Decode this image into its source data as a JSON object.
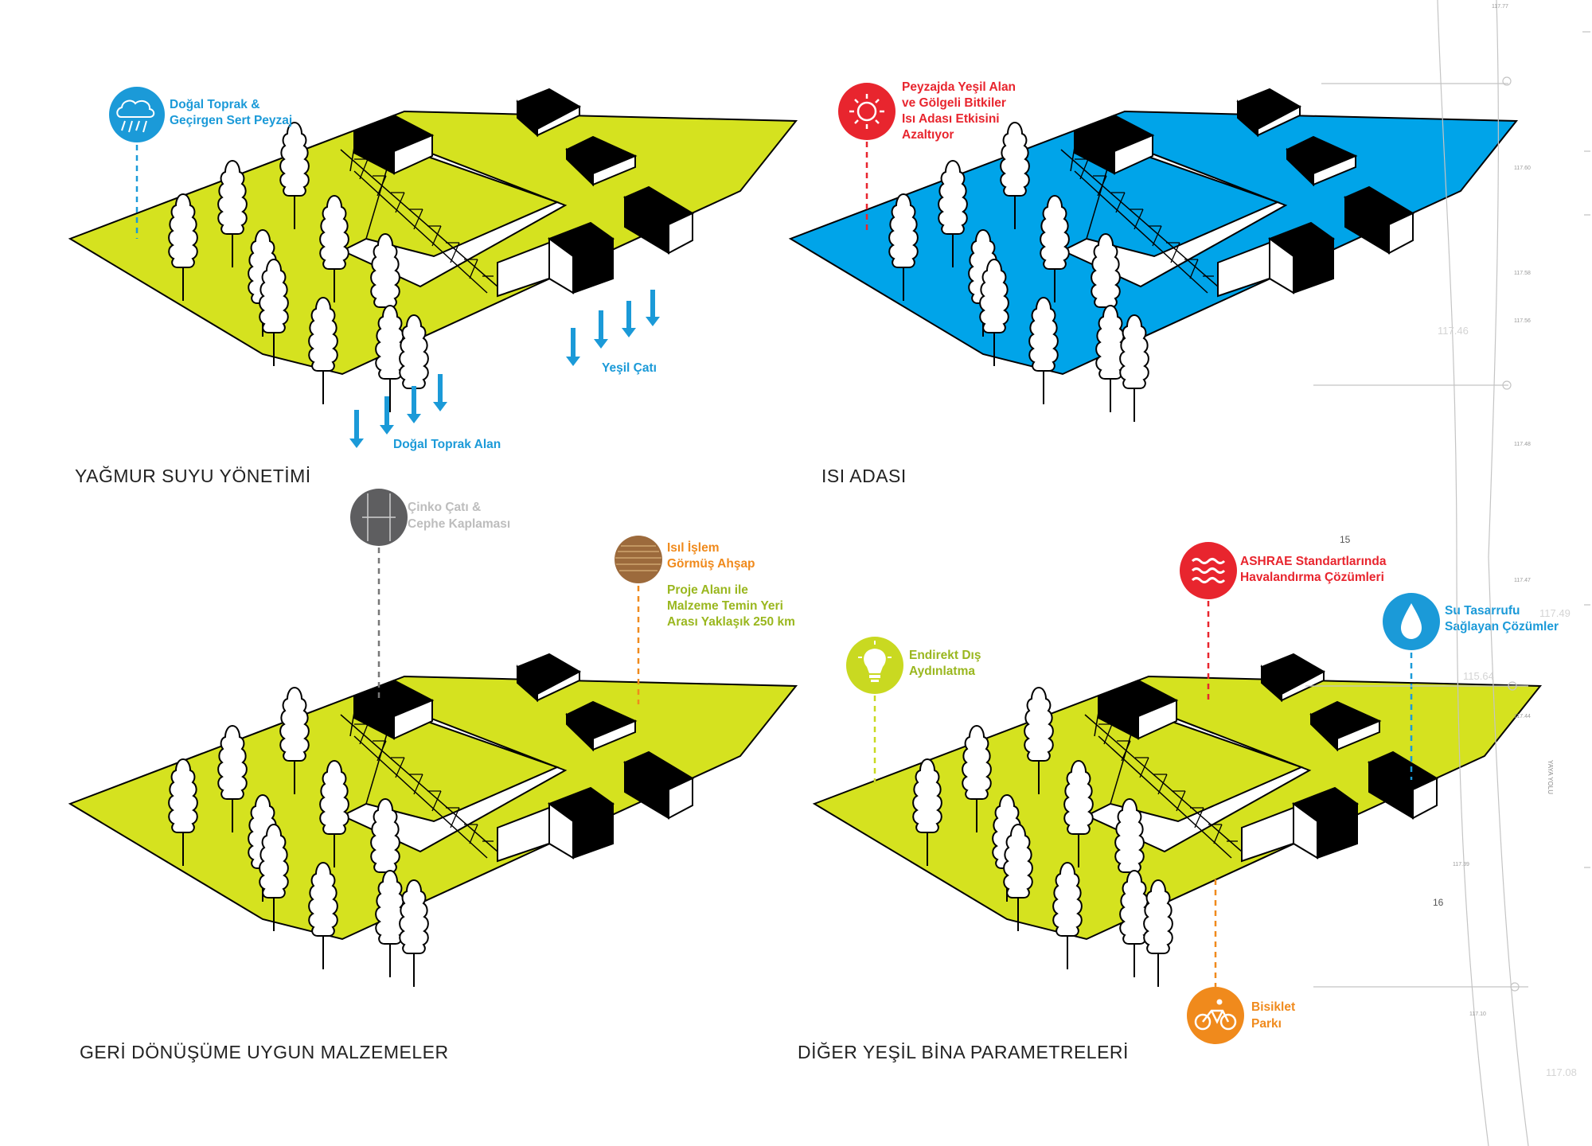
{
  "colors": {
    "ground_green": "#d5e21f",
    "ground_blue": "#00a4e9",
    "label_blue": "#1b9ad8",
    "label_red": "#e8252e",
    "label_orange": "#f08a1c",
    "label_green": "#9ab71f",
    "label_grey": "#bdbdbd",
    "roof_orange": "#f07f1f",
    "roof_grey": "#5e5e60",
    "wood_brown": "#9c6a3c"
  },
  "panels": {
    "rain": {
      "caption": "YAĞMUR SUYU YÖNETİMİ",
      "icon": "rain-cloud-icon",
      "label": [
        "Doğal Toprak &",
        "Geçirgen Sert Peyzaj"
      ],
      "roof_label": "Yeşil Çatı",
      "soil_label": "Doğal Toprak Alan"
    },
    "heat": {
      "caption": "ISI ADASI",
      "icon": "sun-icon",
      "label": [
        "Peyzajda Yeşil Alan",
        "ve Gölgeli Bitkiler",
        "Isı Adası Etkisini",
        "Azaltıyor"
      ]
    },
    "materials": {
      "caption": "GERİ DÖNÜŞÜME UYGUN MALZEMELER",
      "zinc_icon": "zinc-panel-icon",
      "zinc_label": [
        "Çinko Çatı &",
        "Cephe Kaplaması"
      ],
      "wood_icon": "wood-texture-icon",
      "wood_label": [
        "Isıl İşlem",
        "Görmüş Ahşap"
      ],
      "distance_label": [
        "Proje Alanı ile",
        "Malzeme Temin Yeri",
        "Arası Yaklaşık 250 km"
      ]
    },
    "other": {
      "caption": "DİĞER YEŞİL BİNA PARAMETRELERİ",
      "lighting_icon": "light-bulb-icon",
      "lighting_label": [
        "Endirekt Dış",
        "Aydınlatma"
      ],
      "ventilation_icon": "wave-icon",
      "ventilation_label": [
        "ASHRAE Standartlarında",
        "Havalandırma Çözümleri"
      ],
      "water_icon": "water-drop-icon",
      "water_label": [
        "Su Tasarrufu",
        "Sağlayan Çözümler"
      ],
      "bike_icon": "bicycle-icon",
      "bike_label": [
        "Bisiklet",
        "Parkı"
      ]
    }
  },
  "site_plan": {
    "elevations": [
      "117.77",
      "117.60",
      "117.58",
      "117.56",
      "117.48",
      "117.47",
      "117.44",
      "117.39",
      "117.10",
      "117.46",
      "117.49",
      "115.64",
      "117.08"
    ],
    "plot_numbers": [
      "15",
      "16"
    ],
    "street_label": "YAYA YOLU"
  }
}
